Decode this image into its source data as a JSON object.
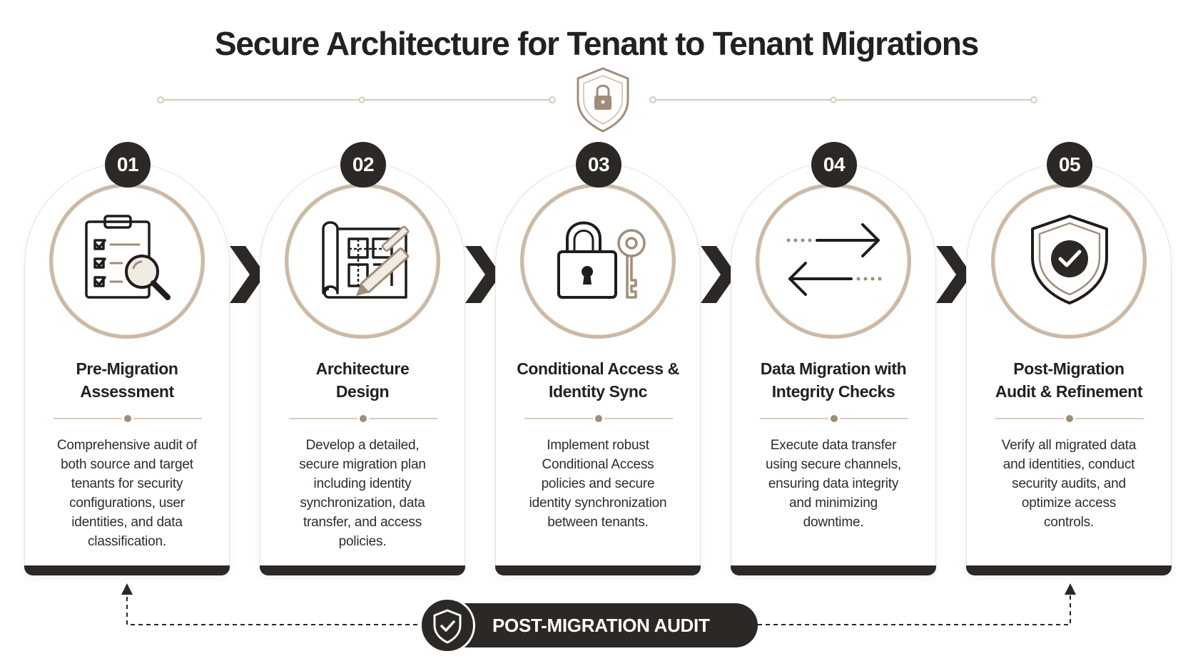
{
  "title": "Secure Architecture for Tenant to Tenant Migrations",
  "colors": {
    "dark": "#2b2825",
    "accent": "#a08d79",
    "ring": "#cbb9a6",
    "text": "#232120"
  },
  "top_icon": "shield-lock-icon",
  "steps": [
    {
      "number": "01",
      "title_line1": "Pre-Migration",
      "title_line2": "Assessment",
      "icon": "clipboard-magnifier-icon",
      "desc": [
        "Comprehensive audit of",
        "both source and target",
        "tenants for security",
        "configurations, user",
        "identities, and data",
        "classification."
      ]
    },
    {
      "number": "02",
      "title_line1": "Architecture",
      "title_line2": "Design",
      "icon": "blueprint-pencil-icon",
      "desc": [
        "Develop a detailed,",
        "secure migration plan",
        "including identity",
        "synchronization, data",
        "transfer, and access",
        "policies."
      ]
    },
    {
      "number": "03",
      "title_line1": "Conditional Access &",
      "title_line2": "Identity Sync",
      "icon": "padlock-key-icon",
      "desc": [
        "Implement robust",
        "Conditional Access",
        "policies and secure",
        "identity synchronization",
        "between tenants.",
        ""
      ]
    },
    {
      "number": "04",
      "title_line1": "Data Migration with",
      "title_line2": "Integrity Checks",
      "icon": "transfer-arrows-icon",
      "desc": [
        "Execute data transfer",
        "using secure channels,",
        "ensuring data integrity",
        "and minimizing",
        "downtime.",
        ""
      ]
    },
    {
      "number": "05",
      "title_line1": "Post-Migration",
      "title_line2": "Audit & Refinement",
      "icon": "shield-check-icon",
      "desc": [
        "Verify all migrated data",
        "and identities, conduct",
        "security audits, and",
        "optimize access",
        "controls.",
        ""
      ]
    }
  ],
  "audit": {
    "label": "POST-MIGRATION AUDIT",
    "icon": "shield-check-icon"
  }
}
